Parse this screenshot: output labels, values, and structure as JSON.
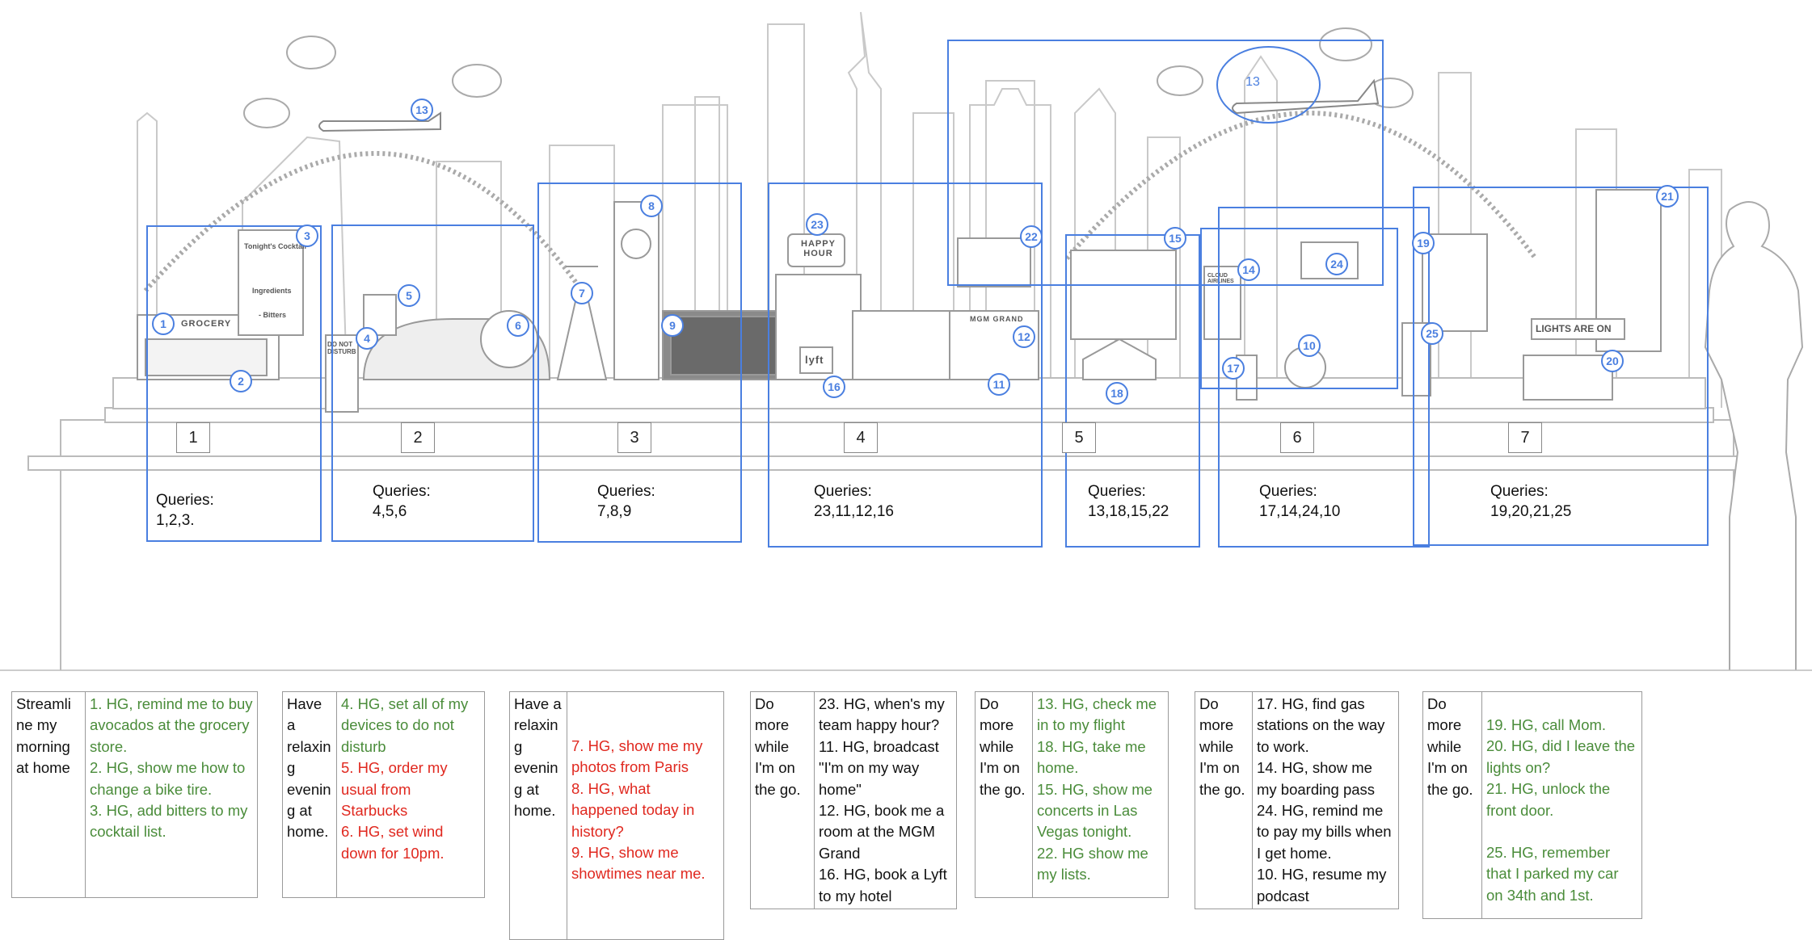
{
  "colors": {
    "accent": "#4a7fe0",
    "green": "#4a8c3a",
    "red": "#e0281f",
    "line": "#9a9a9a"
  },
  "scene": {
    "signs": {
      "grocery": "GROCERY",
      "happy_hour": "HAPPY HOUR",
      "lyft": "lyft",
      "mgm": "MGM GRAND",
      "lights": "LIGHTS ARE ON",
      "cocktail_title": "Tonight's Cocktail",
      "cocktail_ingredients": "Ingredients",
      "cocktail_bitters": "- Bitters",
      "do_not_disturb": "DO NOT DISTURB",
      "cloud_airlines": "CLOUD AIRLINES"
    },
    "markers": [
      "1",
      "2",
      "3",
      "4",
      "5",
      "6",
      "7",
      "8",
      "9",
      "10",
      "11",
      "12",
      "13",
      "14",
      "15",
      "16",
      "17",
      "18",
      "19",
      "20",
      "21",
      "22",
      "23",
      "24",
      "25",
      "13"
    ]
  },
  "zones": [
    {
      "number": "1",
      "queries": "Queries:\n1,2,3."
    },
    {
      "number": "2",
      "queries": "Queries:\n4,5,6"
    },
    {
      "number": "3",
      "queries": "Queries:\n7,8,9"
    },
    {
      "number": "4",
      "queries": "Queries:\n23,11,12,16"
    },
    {
      "number": "5",
      "queries": "Queries:\n13,18,15,22"
    },
    {
      "number": "6",
      "queries": "Queries:\n17,14,24,10"
    },
    {
      "number": "7",
      "queries": "Queries:\n19,20,21,25"
    }
  ],
  "tables": [
    {
      "theme": "Streamli ne my morning at home",
      "queries": [
        {
          "text": "1. HG, remind me to buy avocados at the grocery store.",
          "color": "green"
        },
        {
          "text": "2. HG, show me how to change a bike tire.",
          "color": "green"
        },
        {
          "text": "3. HG, add bitters to my cocktail list.",
          "color": "green"
        }
      ]
    },
    {
      "theme": "Have a relaxin g evenin g at home.",
      "queries": [
        {
          "text": "4. HG, set all of my devices to do not disturb",
          "color": "green"
        },
        {
          "text": "5. HG, order my usual from Starbucks",
          "color": "red"
        },
        {
          "text": "6. HG, set wind down for 10pm.",
          "color": "red"
        }
      ]
    },
    {
      "theme": "Have a relaxin g evenin g at home.",
      "queries": [
        {
          "text": "7. HG, show me my photos from Paris",
          "color": "red"
        },
        {
          "text": "8. HG, what happened today in history?",
          "color": "red"
        },
        {
          "text": "9. HG, show me showtimes near me.",
          "color": "red"
        }
      ]
    },
    {
      "theme": "Do more while I'm on the go.",
      "queries": [
        {
          "text": "23. HG, when's my team happy hour?",
          "color": "black"
        },
        {
          "text": "11. HG, broadcast \"I'm on my way home\"",
          "color": "black"
        },
        {
          "text": "12. HG, book me a room at the MGM Grand",
          "color": "black"
        },
        {
          "text": "16. HG, book a Lyft to my hotel",
          "color": "black"
        }
      ]
    },
    {
      "theme": "Do more while I'm on the go.",
      "queries": [
        {
          "text": "13. HG, check me in to my flight",
          "color": "green"
        },
        {
          "text": "18. HG, take me home.",
          "color": "green"
        },
        {
          "text": "15. HG, show me concerts in Las Vegas tonight.",
          "color": "green"
        },
        {
          "text": "22. HG show me my lists.",
          "color": "green"
        }
      ]
    },
    {
      "theme": "Do more while I'm on the go.",
      "queries": [
        {
          "text": "17. HG, find gas stations on the way to work.",
          "color": "black"
        },
        {
          "text": "14. HG, show me my boarding pass",
          "color": "black"
        },
        {
          "text": "24. HG, remind me to pay my bills when I get home.",
          "color": "black"
        },
        {
          "text": "10. HG, resume my podcast",
          "color": "black"
        }
      ]
    },
    {
      "theme": "Do more while I'm on the go.",
      "queries": [
        {
          "text": "19. HG, call Mom.",
          "color": "green"
        },
        {
          "text": "20. HG, did I leave the lights on?",
          "color": "green"
        },
        {
          "text": "21. HG, unlock the front door.",
          "color": "green"
        },
        {
          "text": "",
          "color": "green"
        },
        {
          "text": "25. HG, remember that I parked my car on 34th and 1st.",
          "color": "green"
        }
      ]
    }
  ]
}
